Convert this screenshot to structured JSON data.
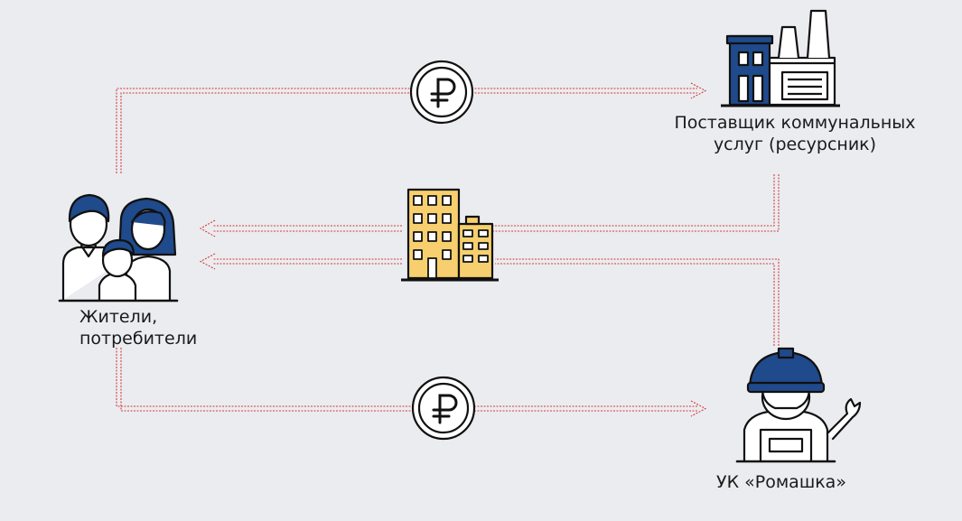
{
  "nodes": {
    "residents": {
      "label": "Жители,\nпотребители",
      "icon": "family-icon"
    },
    "supplier": {
      "label": "Поставщик коммунальных\nуслуг (ресурсник)",
      "icon": "factory-icon"
    },
    "management_company": {
      "label": "УК «Ромашка»",
      "icon": "worker-icon"
    }
  },
  "center_icons": {
    "payment_top": "ruble-coin-icon",
    "apartment": "apartment-building-icon",
    "payment_bottom": "ruble-coin-icon"
  },
  "colors": {
    "background": "#ebecf0",
    "arrow": "#d33a3a",
    "navy": "#1f4a8c",
    "building_fill": "#f7cf6e",
    "outline": "#111111"
  }
}
